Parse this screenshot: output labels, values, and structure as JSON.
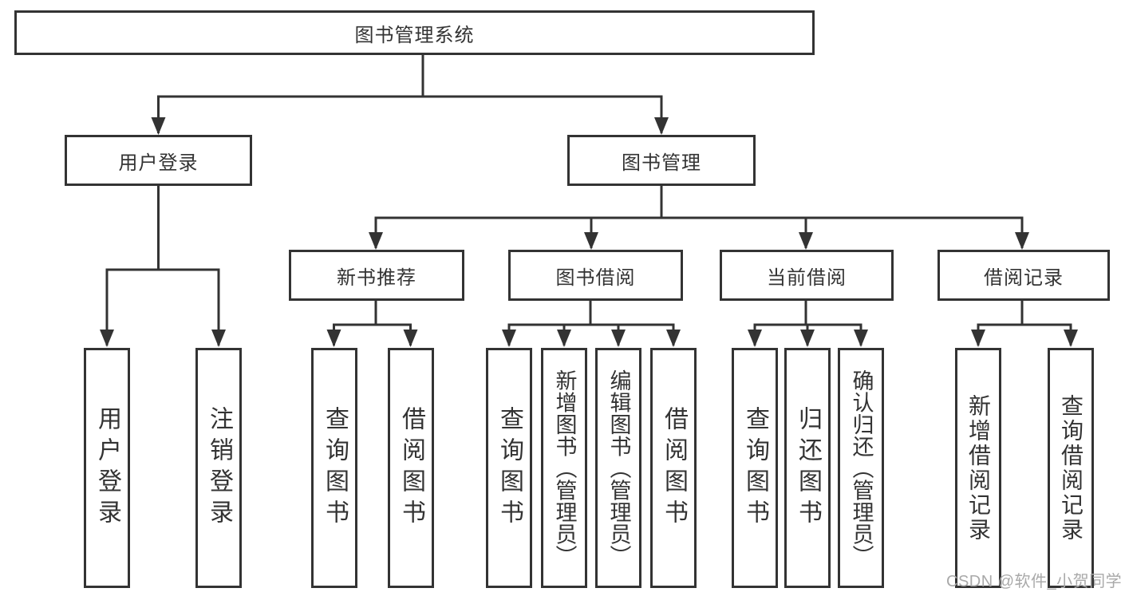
{
  "colors": {
    "line": "#333333",
    "box_border": "#333333",
    "text": "#333333",
    "background": "#ffffff",
    "watermark": "#a9a9a9"
  },
  "tree": {
    "root": {
      "label": "图书管理系统"
    },
    "branches": [
      {
        "label": "用户登录",
        "leaves": [
          {
            "label": "用户登录"
          },
          {
            "label": "注销登录"
          }
        ]
      },
      {
        "label": "图书管理",
        "sections": [
          {
            "label": "新书推荐",
            "leaves": [
              {
                "label": "查询图书"
              },
              {
                "label": "借阅图书"
              }
            ]
          },
          {
            "label": "图书借阅",
            "leaves": [
              {
                "label": "查询图书"
              },
              {
                "label": "新增图书（管理员）"
              },
              {
                "label": "编辑图书（管理员）"
              },
              {
                "label": "借阅图书"
              }
            ]
          },
          {
            "label": "当前借阅",
            "leaves": [
              {
                "label": "查询图书"
              },
              {
                "label": "归还图书"
              },
              {
                "label": "确认归还（管理员）"
              }
            ]
          },
          {
            "label": "借阅记录",
            "leaves": [
              {
                "label": "新增借阅记录"
              },
              {
                "label": "查询借阅记录"
              }
            ]
          }
        ]
      }
    ]
  },
  "watermark": {
    "text": "CSDN @软件_小贺同学"
  }
}
